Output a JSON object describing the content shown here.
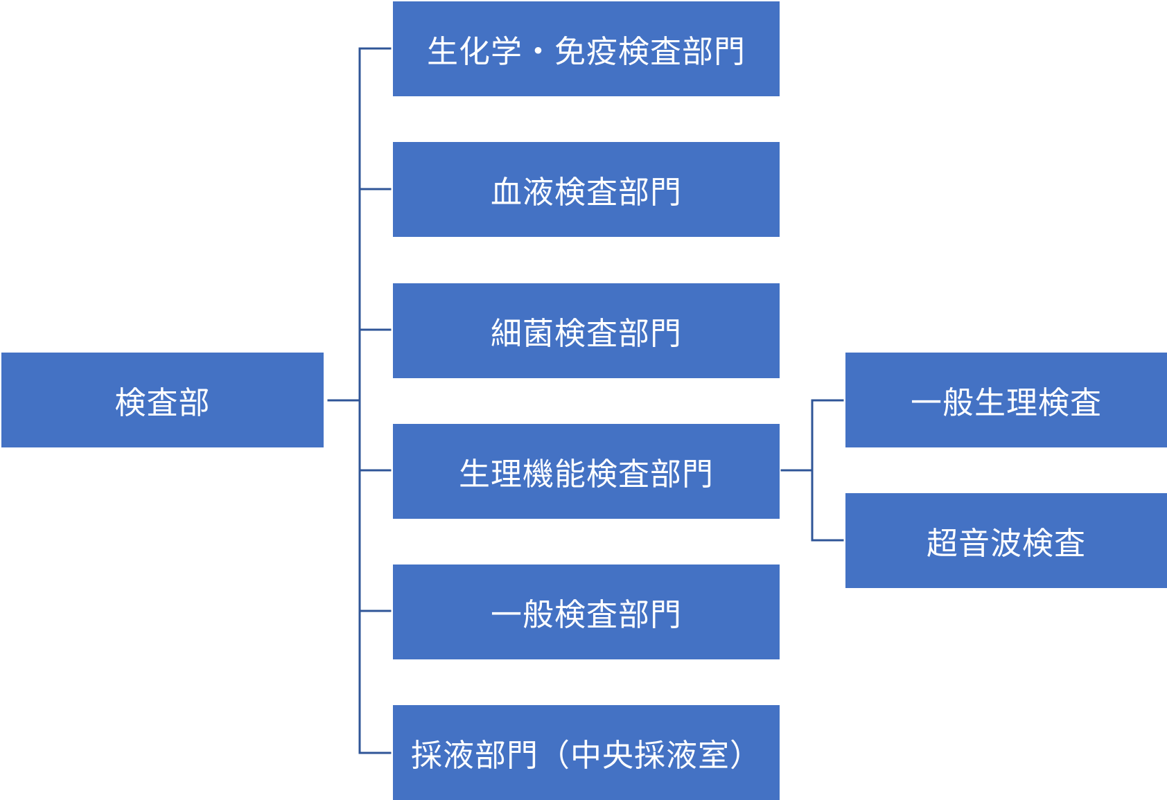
{
  "root": {
    "label": "検査部"
  },
  "departments": [
    {
      "label": "生化学・免疫検査部門"
    },
    {
      "label": "血液検査部門"
    },
    {
      "label": "細菌検査部門"
    },
    {
      "label": "生理機能検査部門"
    },
    {
      "label": "一般検査部門"
    },
    {
      "label": "採液部門（中央採液室）"
    }
  ],
  "physiology_sections": [
    {
      "label": "一般生理検査"
    },
    {
      "label": "超音波検査"
    }
  ],
  "colors": {
    "box_fill": "#4472c4",
    "box_text": "#ffffff",
    "connector": "#2f5597"
  }
}
